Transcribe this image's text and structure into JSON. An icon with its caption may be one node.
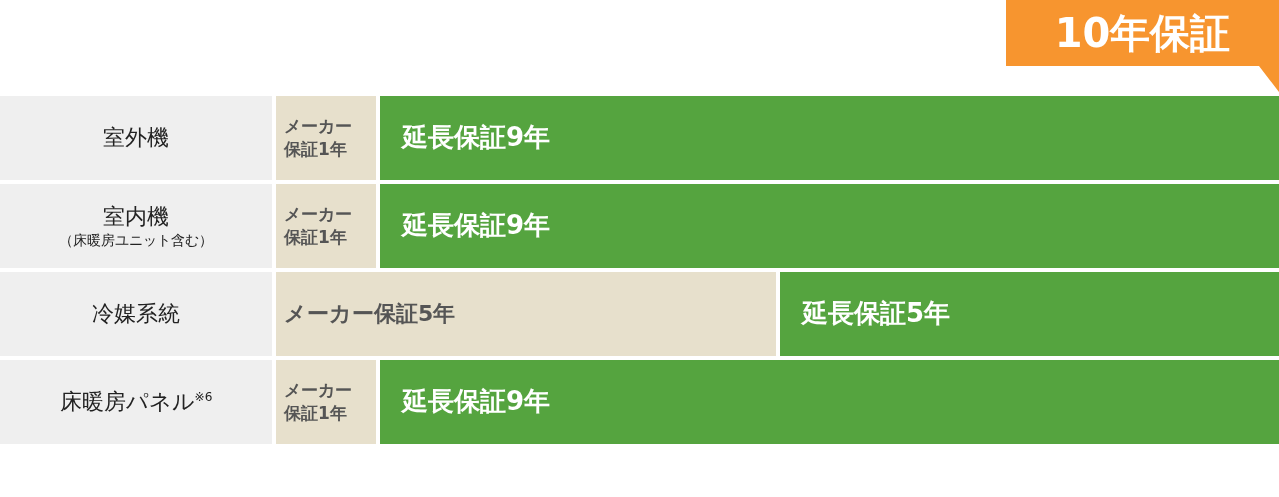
{
  "diagram": {
    "nodes": [
      {
        "text": [
          "10年保証"
        ]
      },
      {
        "text": [
          "室外機"
        ]
      },
      {
        "text": [
          "メーカー保証1年"
        ]
      },
      {
        "text": [
          "延長保証9年"
        ]
      },
      {
        "text": [
          "室内機",
          "（床暖房ユニット含む）"
        ]
      },
      {
        "text": [
          "メーカー保証1年"
        ]
      },
      {
        "text": [
          "延長保証9年"
        ]
      },
      {
        "text": [
          "冷媒系統"
        ]
      },
      {
        "text": [
          "メーカー保証5年"
        ]
      },
      {
        "text": [
          "延長保証5年"
        ]
      },
      {
        "text": [
          "床暖房パネル$^{※6}$"
        ]
      },
      {
        "text": [
          "メーカー保証1年"
        ]
      },
      {
        "text": [
          "延長保証9年"
        ]
      }
    ]
  }
}
